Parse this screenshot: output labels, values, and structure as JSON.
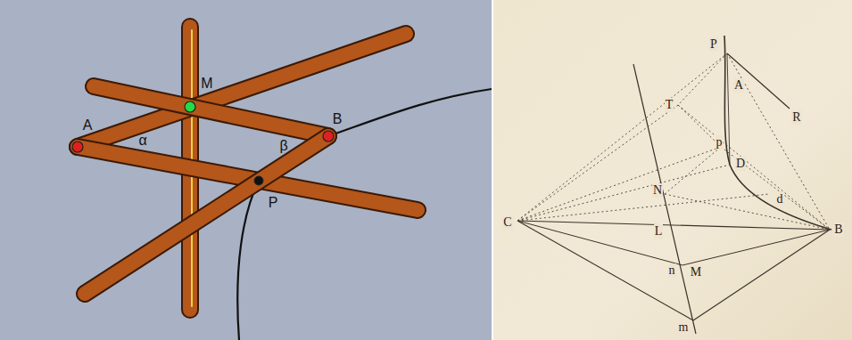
{
  "diagram": {
    "labels": [
      "M",
      "A",
      "B",
      "P",
      "α",
      "β",
      "P",
      "A",
      "T",
      "R",
      "p",
      "D",
      "N",
      "d",
      "C",
      "L",
      "B",
      "n",
      "M",
      "m"
    ]
  }
}
